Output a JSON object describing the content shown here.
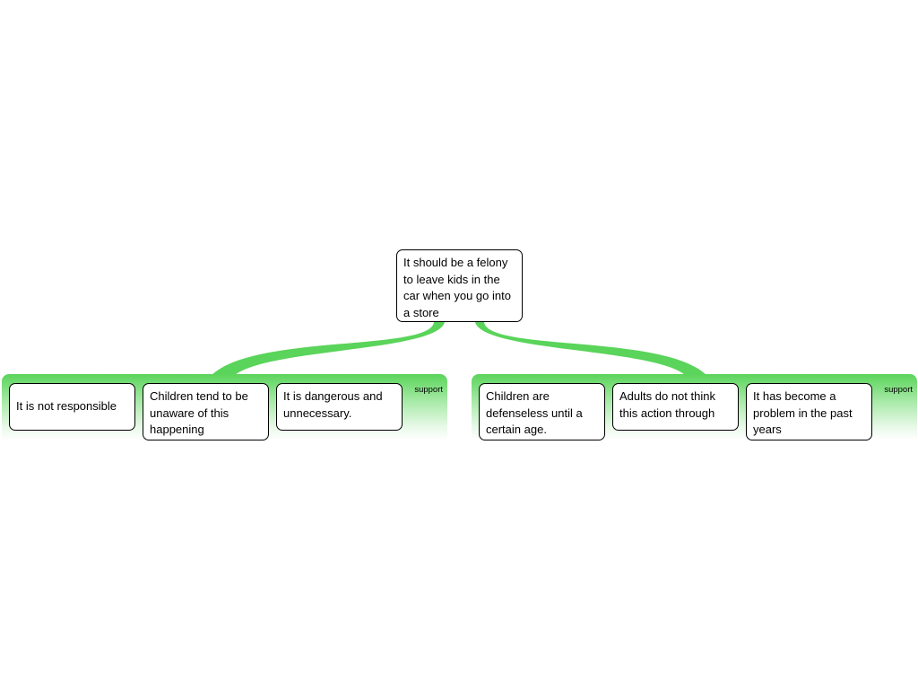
{
  "colors": {
    "connector": "#5ad45a",
    "group_fill_top": "#5ad45a",
    "node_border": "#000000",
    "node_fill": "#ffffff"
  },
  "root": {
    "text": "It should be a felony to leave kids in the car when you go into a store"
  },
  "groups": [
    {
      "label": "support",
      "children": [
        {
          "text": "It is not responsible"
        },
        {
          "text": "Children tend to be unaware of this happening"
        },
        {
          "text": "It is dangerous and unnecessary."
        }
      ]
    },
    {
      "label": "support",
      "children": [
        {
          "text": "Children are defenseless until a certain age."
        },
        {
          "text": "Adults do not think this action through"
        },
        {
          "text": "It has become a problem in the past years"
        }
      ]
    }
  ]
}
